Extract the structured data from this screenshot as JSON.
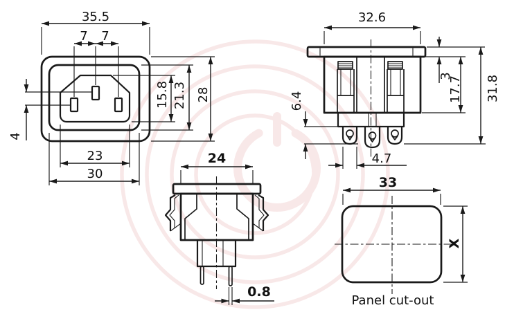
{
  "front_view": {
    "overall_width": "35.5",
    "pin_pitch_left": "7",
    "pin_pitch_right": "7",
    "earth_pin_offset": "4",
    "recess_height": "15.8",
    "body_height": "21.3",
    "overall_height": "28",
    "recess_width": "23",
    "body_width": "30"
  },
  "top_view": {
    "body_width": "32.6",
    "flange_thickness": "3",
    "body_depth": "17.7",
    "overall_depth": "31.8",
    "terminal_length": "6.4",
    "terminal_width": "4.7"
  },
  "side_view": {
    "body_width": "24",
    "pin_thickness": "0.8"
  },
  "panel_cutout": {
    "width": "33",
    "height": "X",
    "caption": "Panel cut-out"
  },
  "colors": {
    "line": "#1a1a1a",
    "watermark": "#cc4848",
    "background": "#ffffff"
  }
}
